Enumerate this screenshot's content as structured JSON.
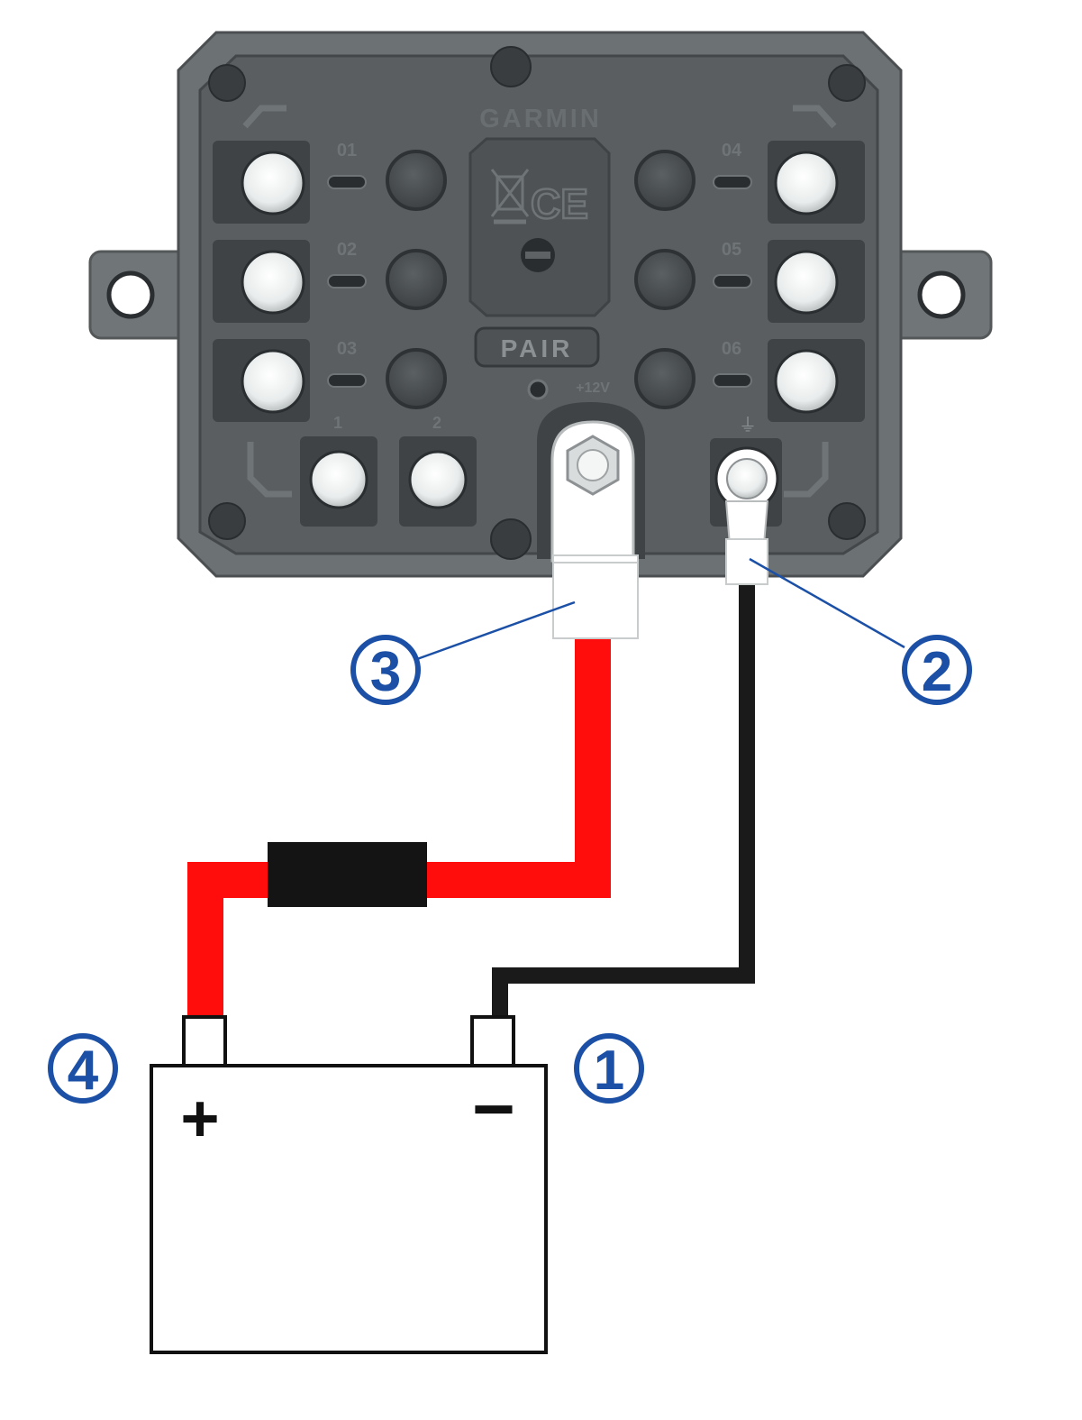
{
  "device": {
    "brand": "GARMIN",
    "pair_label": "PAIR",
    "channel_labels": [
      "01",
      "02",
      "03",
      "04",
      "05",
      "06"
    ],
    "bottom_labels": [
      "1",
      "2"
    ],
    "power_label": "+12V",
    "ground_symbol": "⏚"
  },
  "battery": {
    "positive_symbol": "+",
    "negative_symbol": "−"
  },
  "callouts": [
    {
      "number": "1"
    },
    {
      "number": "2"
    },
    {
      "number": "3"
    },
    {
      "number": "4"
    }
  ],
  "colors": {
    "device_body": "#6c7173",
    "device_panel": "#55595b",
    "positive_wire": "#ff0d0d",
    "negative_wire": "#1a1a1a",
    "callout": "#1b50a6",
    "fuse": "#141414"
  }
}
